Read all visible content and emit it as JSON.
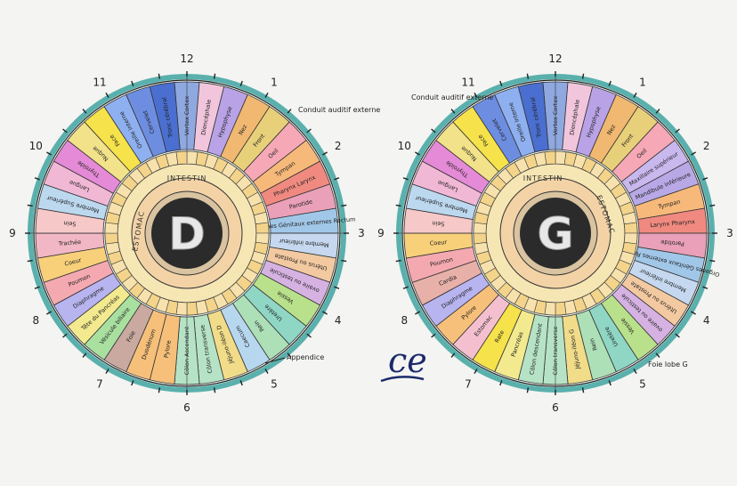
{
  "clock_numbers": [
    "12",
    "1",
    "2",
    "3",
    "4",
    "5",
    "6",
    "7",
    "8",
    "9",
    "10",
    "11"
  ],
  "right_eye": {
    "letter": "D",
    "ring_labels": {
      "intestin": "INTESTIN",
      "estomac": "ESTOMAC"
    },
    "zones": [
      {
        "label": "Vertex Cortex",
        "color": "#8fa8e0"
      },
      {
        "label": "Diencéphale",
        "color": "#f1c6dc"
      },
      {
        "label": "Hypophyse",
        "color": "#b9a3e6"
      },
      {
        "label": "Nez",
        "color": "#f0b870"
      },
      {
        "label": "Front",
        "color": "#e8d07a"
      },
      {
        "label": "Oeil",
        "color": "#f6a8b6"
      },
      {
        "label": "Tympan",
        "color": "#f7b97a"
      },
      {
        "label": "Pharynx Larynx",
        "color": "#f08a80"
      },
      {
        "label": "Parotide",
        "color": "#e9a0b8"
      },
      {
        "label": "Organes Génitaux externes Rectum",
        "color": "#a1c7e8"
      },
      {
        "label": "Membre inférieur",
        "color": "#c5d8ef"
      },
      {
        "label": "Utérus ou Prostate",
        "color": "#f2c9a0"
      },
      {
        "label": "ovaire ou testicule",
        "color": "#d6b2e2"
      },
      {
        "label": "Vessie",
        "color": "#b9e08a"
      },
      {
        "label": "Uretère",
        "color": "#8fd6c5"
      },
      {
        "label": "Rein",
        "color": "#aee0b8"
      },
      {
        "label": "Caecum",
        "color": "#b7d7ef"
      },
      {
        "label": "Jéjuno-iléon D",
        "color": "#f1dc8a"
      },
      {
        "label": "Côlon transverse",
        "color": "#b6e3c6"
      },
      {
        "label": "Côlon Ascendant",
        "color": "#b6e3c6"
      },
      {
        "label": "Pylore",
        "color": "#f6c07a"
      },
      {
        "label": "Duodénum",
        "color": "#f6c07a"
      },
      {
        "label": "Foie",
        "color": "#c9a9a0"
      },
      {
        "label": "Vésicule biliaire",
        "color": "#a9e0a0"
      },
      {
        "label": "Tête du Pancréas",
        "color": "#f3ea8f"
      },
      {
        "label": "Diaphragme",
        "color": "#b7b4ef"
      },
      {
        "label": "Poumon",
        "color": "#f4a9b0"
      },
      {
        "label": "Coeur",
        "color": "#f8d07a"
      },
      {
        "label": "Trachée",
        "color": "#f2b7c4"
      },
      {
        "label": "Sein",
        "color": "#f6c8c8"
      },
      {
        "label": "Membre Supérieur",
        "color": "#bcd8ef"
      },
      {
        "label": "Langue",
        "color": "#f1b8d6"
      },
      {
        "label": "Thyroïde",
        "color": "#e48ad6"
      },
      {
        "label": "Nuque",
        "color": "#f2e28a"
      },
      {
        "label": "Face",
        "color": "#f6e24a"
      },
      {
        "label": "Oreille interne",
        "color": "#8fb0f0"
      },
      {
        "label": "Cervelet",
        "color": "#6d8ee0"
      },
      {
        "label": "Tronc cérébral",
        "color": "#4a6fd0"
      }
    ],
    "callouts": [
      "Conduit auditif externe",
      "Appendice"
    ]
  },
  "left_eye": {
    "letter": "G",
    "ring_labels": {
      "intestin": "INTESTIN",
      "estomac": "ESTOMAC"
    },
    "zones": [
      {
        "label": "Vertex Cortex",
        "color": "#8fa8e0"
      },
      {
        "label": "Diencéphale",
        "color": "#f1c6dc"
      },
      {
        "label": "Hypophyse",
        "color": "#b9a3e6"
      },
      {
        "label": "Nez",
        "color": "#f0b870"
      },
      {
        "label": "Front",
        "color": "#e8d07a"
      },
      {
        "label": "Oeil",
        "color": "#f6a8b6"
      },
      {
        "label": "Maxillaire supérieur",
        "color": "#c9b8ee"
      },
      {
        "label": "Mandibule inférieure",
        "color": "#b8a9e6"
      },
      {
        "label": "Tympan",
        "color": "#f7b97a"
      },
      {
        "label": "Larynx Pharynx",
        "color": "#f08a80"
      },
      {
        "label": "Parotide",
        "color": "#e9a0b8"
      },
      {
        "label": "Organes Génitaux externes Rectum",
        "color": "#a1c7e8"
      },
      {
        "label": "Membre inférieur",
        "color": "#c5d8ef"
      },
      {
        "label": "Utérus ou Prostate",
        "color": "#f2c9a0"
      },
      {
        "label": "ovaire ou testicule",
        "color": "#d6b2e2"
      },
      {
        "label": "Vessie",
        "color": "#b9e08a"
      },
      {
        "label": "Uretère",
        "color": "#8fd6c5"
      },
      {
        "label": "Rein",
        "color": "#aee0b8"
      },
      {
        "label": "Jéjuno-iléon G",
        "color": "#f1dc8a"
      },
      {
        "label": "Côlon transverse",
        "color": "#b6e3c6"
      },
      {
        "label": "Côlon descendant",
        "color": "#b6e3c6"
      },
      {
        "label": "Pancréas",
        "color": "#f3ea8f"
      },
      {
        "label": "Rate",
        "color": "#f6e24a"
      },
      {
        "label": "Estomac",
        "color": "#f4c0d0"
      },
      {
        "label": "Pylore",
        "color": "#f6c07a"
      },
      {
        "label": "Diaphragme",
        "color": "#b7b4ef"
      },
      {
        "label": "Cardia",
        "color": "#e7b0a8"
      },
      {
        "label": "Poumon",
        "color": "#f4a9b0"
      },
      {
        "label": "Coeur",
        "color": "#f8d07a"
      },
      {
        "label": "Sein",
        "color": "#f6c8c8"
      },
      {
        "label": "Membre Supérieur",
        "color": "#bcd8ef"
      },
      {
        "label": "Langue",
        "color": "#f1b8d6"
      },
      {
        "label": "Thyroïde",
        "color": "#e48ad6"
      },
      {
        "label": "Nuque",
        "color": "#f2e28a"
      },
      {
        "label": "Face",
        "color": "#f6e24a"
      },
      {
        "label": "Cervelet",
        "color": "#6d8ee0"
      },
      {
        "label": "Oreille interne",
        "color": "#8fb0f0"
      },
      {
        "label": "Tronc cérébral",
        "color": "#4a6fd0"
      }
    ],
    "callouts": [
      "Conduit auditif externe",
      "Foie lobe G"
    ]
  },
  "signature": "ce"
}
